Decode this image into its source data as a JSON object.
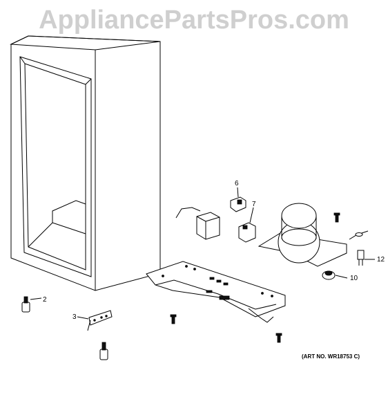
{
  "watermark": "AppliancePartsPros.com",
  "art_number": "(ART NO. WR18753 C)",
  "callouts": {
    "c2": "2",
    "c3": "3",
    "c6": "6",
    "c7": "7",
    "c10": "10",
    "c12": "12"
  }
}
